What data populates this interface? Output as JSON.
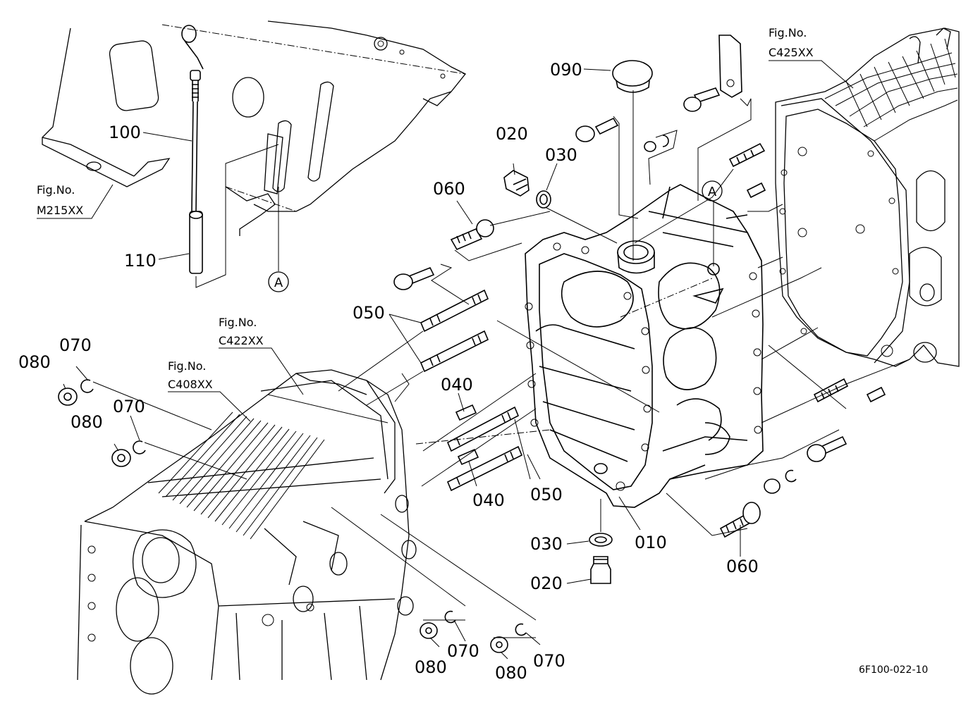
{
  "labels": {
    "p010": "010",
    "p020_top": "020",
    "p020_bottom": "020",
    "p030_top": "030",
    "p030_bottom": "030",
    "p040_top": "040",
    "p040_bottom": "040",
    "p050_left": "050",
    "p050_right": "050",
    "p060_top": "060",
    "p060_bottom": "060",
    "p070_a": "070",
    "p070_b": "070",
    "p070_c": "070",
    "p070_d": "070",
    "p080_a": "080",
    "p080_b": "080",
    "p080_c": "080",
    "p080_d": "080",
    "p090": "090",
    "p100": "100",
    "p110": "110"
  },
  "figure_refs": {
    "m215": {
      "prefix": "Fig.No.",
      "number": "M215XX"
    },
    "c422": {
      "prefix": "Fig.No.",
      "number": "C422XX"
    },
    "c408": {
      "prefix": "Fig.No.",
      "number": "C408XX"
    },
    "c425": {
      "prefix": "Fig.No.",
      "number": "C425XX"
    }
  },
  "ref_marks": {
    "left": "A",
    "right": "A"
  },
  "drawing_code": "6F100-022-10"
}
